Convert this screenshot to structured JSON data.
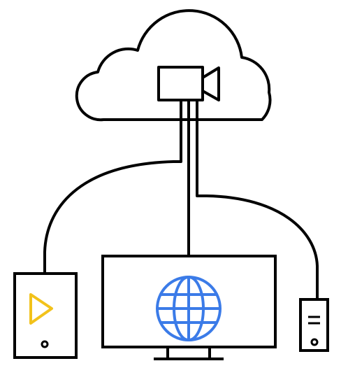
{
  "illustration": {
    "nodes": {
      "cloud": {
        "icon": "cloud-icon"
      },
      "camera": {
        "icon": "video-camera-icon"
      },
      "tablet": {
        "icon": "tablet-icon",
        "content_icon": "play-icon"
      },
      "monitor": {
        "icon": "monitor-icon",
        "content_icon": "globe-icon"
      },
      "server": {
        "icon": "server-tower-icon"
      }
    },
    "connections": [
      {
        "from": "camera",
        "to": "tablet"
      },
      {
        "from": "camera",
        "to": "monitor"
      },
      {
        "from": "camera",
        "to": "server"
      }
    ],
    "colors": {
      "stroke": "#000000",
      "background": "#ffffff",
      "play_accent": "#f2c21b",
      "globe_accent": "#3b7be8"
    }
  }
}
